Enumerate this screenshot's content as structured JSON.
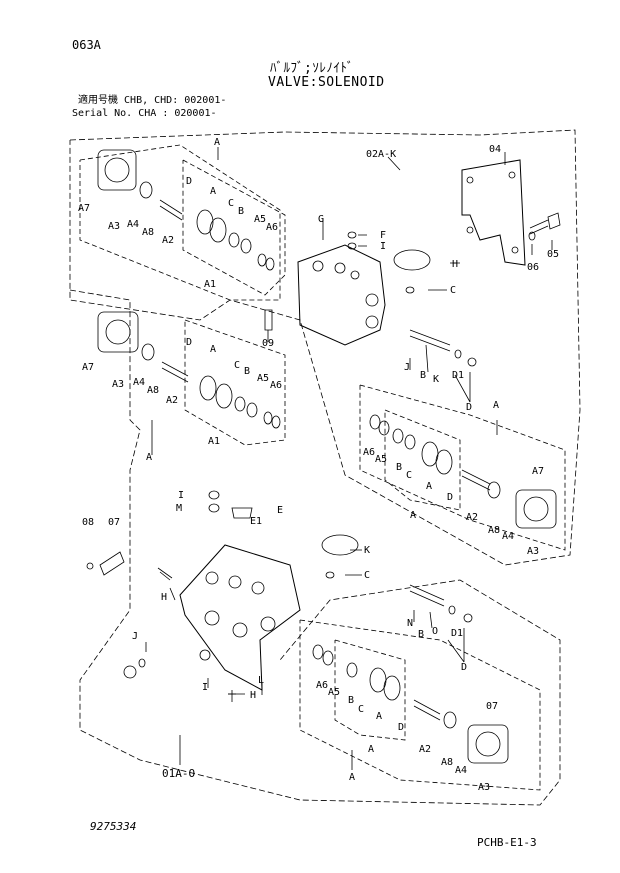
{
  "sheet_code": "063A",
  "title_jp": "ﾊﾞﾙﾌﾞ;ｿﾚﾉｲﾄﾞ",
  "title_en": "VALVE:SOLENOID",
  "serial": {
    "line1_label": "適用号機",
    "line1_value": "CHB, CHD: 002001-",
    "line2_label": "Serial No.",
    "line2_value": "CHA      : 020001-"
  },
  "drawing_number": "9275334",
  "page_code": "PCHB-E1-3",
  "callouts": {
    "group_02": "02A-K",
    "group_01": "01A-O",
    "p04": "04",
    "p05": "05",
    "p06": "06",
    "p07": "07",
    "p08": "08",
    "p09": "09",
    "A": "A",
    "A1": "A1",
    "A2": "A2",
    "A3": "A3",
    "A4": "A4",
    "A5": "A5",
    "A6": "A6",
    "A7": "A7",
    "A8": "A8",
    "B": "B",
    "C": "C",
    "D": "D",
    "D1": "D1",
    "E": "E",
    "E1": "E1",
    "F": "F",
    "G": "G",
    "H": "H",
    "I": "I",
    "J": "J",
    "K": "K",
    "L": "L",
    "M": "M",
    "N": "N",
    "O": "O"
  }
}
